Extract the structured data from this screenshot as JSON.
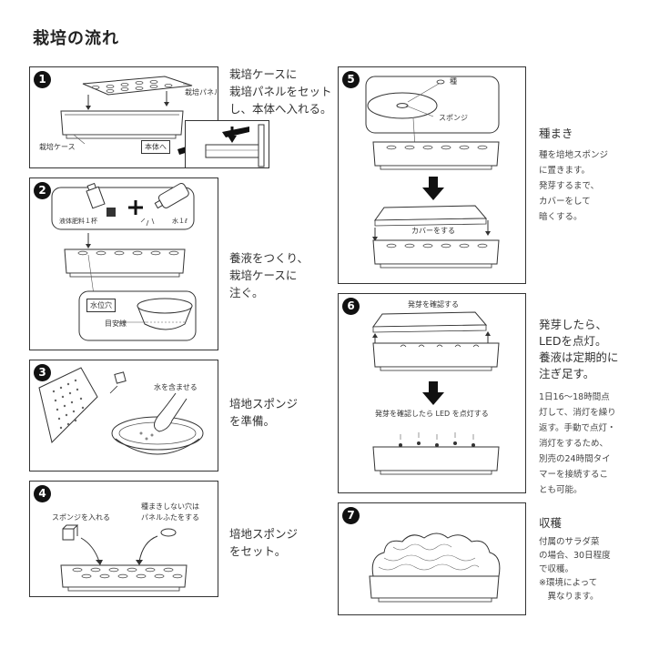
{
  "title": "栽培の流れ",
  "steps": {
    "s1": {
      "num": "1",
      "label_panel": "栽培パネル",
      "label_case": "栽培ケース",
      "label_body": "本体へ",
      "desc": [
        "栽培ケースに",
        "栽培パネルをセット",
        "し、本体へ入れる。"
      ]
    },
    "s2": {
      "num": "2",
      "label_fert": "液体肥料１杯",
      "label_water": "水１ℓ",
      "label_hole": "水位穴",
      "label_guide": "目安線",
      "desc": [
        "養液をつくり、",
        "栽培ケースに",
        "注ぐ。"
      ]
    },
    "s3": {
      "num": "3",
      "label_soak": "水を含ませる",
      "desc": [
        "培地スポンジ",
        "を準備。"
      ]
    },
    "s4": {
      "num": "4",
      "label_insert": "スポンジを入れる",
      "label_cover": [
        "種まきしない穴は",
        "パネルふたをする"
      ],
      "desc": [
        "培地スポンジ",
        "をセット。"
      ]
    },
    "s5": {
      "num": "5",
      "label_seed": "種",
      "label_sponge": "スポンジ",
      "label_cover": "カバーをする",
      "side_head": "種まき",
      "side_body": [
        "種を培地スポンジ",
        "に置きます。",
        "発芽するまで、",
        "カバーをして",
        "暗くする。"
      ]
    },
    "s6": {
      "num": "6",
      "label_check": "発芽を確認する",
      "label_led": "発芽を確認したら LED を点灯する",
      "side_head": [
        "発芽したら、",
        "LEDを点灯。",
        "養液は定期的に",
        "注ぎ足す。"
      ],
      "side_body": [
        "1日16～18時間点",
        "灯して、消灯を繰り",
        "返す。手動で点灯・",
        "消灯をするため、",
        "別売の24時間タイ",
        "マーを接続するこ",
        "とも可能。"
      ]
    },
    "s7": {
      "num": "7",
      "side_head": "収穫",
      "side_body": [
        "付属のサラダ菜",
        "の場合、30日程度",
        "で収穫。",
        "※環境によって",
        "　異なります。"
      ]
    }
  }
}
